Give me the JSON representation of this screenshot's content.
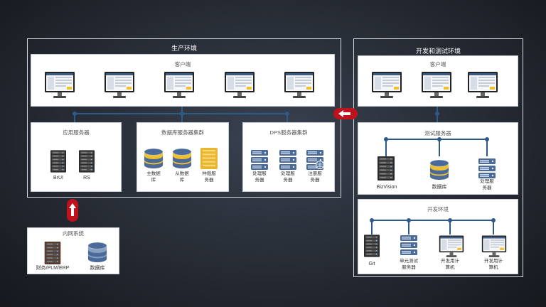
{
  "production": {
    "title": "生产环境",
    "client_title": "客户端",
    "app_server": {
      "title": "应用服务器",
      "items": [
        "BrUI",
        "RS"
      ]
    },
    "db_cluster": {
      "title": "数据库服务器集群",
      "items": [
        "主数据库",
        "从数据库",
        "仲裁服务器"
      ]
    },
    "dps_cluster": {
      "title": "DPS服务器集群",
      "items": [
        "处理服务器",
        "处理服务器",
        "注册服务器"
      ]
    }
  },
  "dev": {
    "title": "开发和测试环境",
    "client_title": "客户端",
    "test_server": {
      "title": "测试服务器",
      "items": [
        "BizVision",
        "数据库",
        "处理服务器"
      ]
    },
    "dev_env": {
      "title": "开发环境",
      "items": [
        "Git",
        "单元测试服务器",
        "开发用计算机",
        "开发用计算机"
      ]
    }
  },
  "intranet": {
    "title": "内网系统",
    "items": [
      "财务/PLM/ERP",
      "数据库"
    ]
  },
  "icons": {
    "monitor": "monitor-icon",
    "server": "server-rack-icon",
    "database": "database-icon",
    "arrow": "red-arrow-icon"
  },
  "colors": {
    "line": "#2e5a8a",
    "arrow": "#c0121c",
    "db_gold": "#f0c030",
    "db_blue": "#4a6a9a"
  }
}
